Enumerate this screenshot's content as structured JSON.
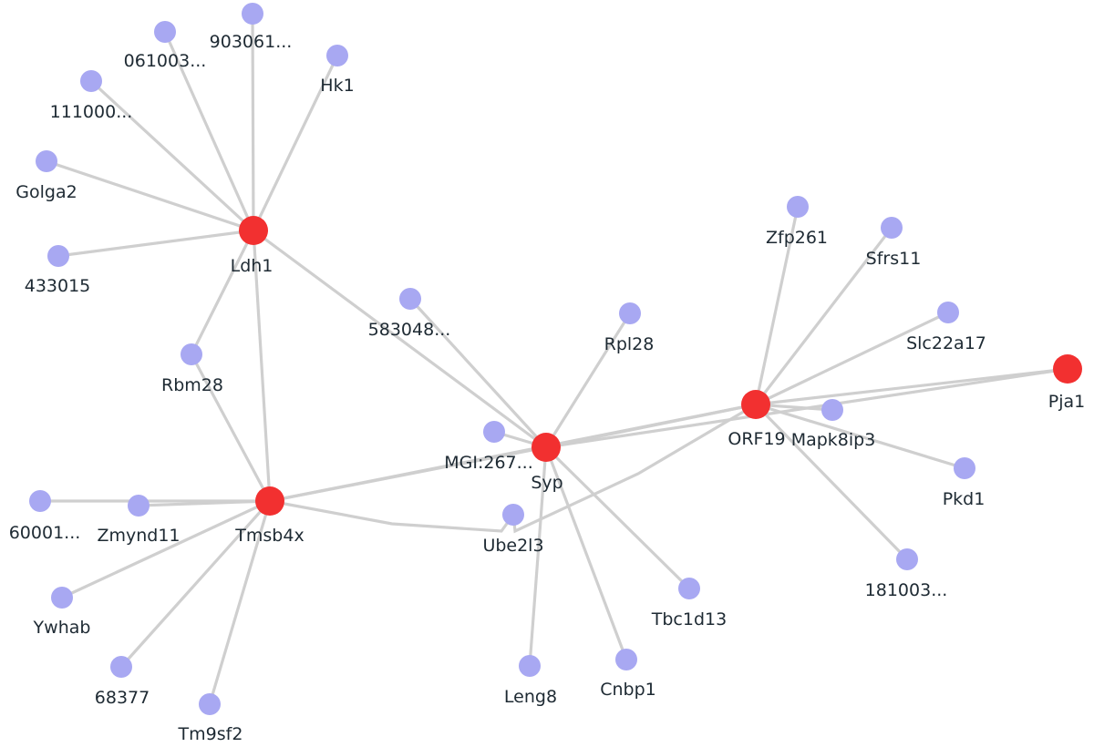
{
  "colors": {
    "hub": "#f23030",
    "gene": "#a8a8f2",
    "edge": "#cfcfcf",
    "label": "#1e2a33"
  },
  "nodes": [
    {
      "id": "ldh1",
      "label": "Ldh1",
      "kind": "hub"
    },
    {
      "id": "tmsb4x",
      "label": "Tmsb4x",
      "kind": "hub"
    },
    {
      "id": "syp",
      "label": "Syp",
      "kind": "hub"
    },
    {
      "id": "orf19",
      "label": "ORF19",
      "kind": "hub"
    },
    {
      "id": "pja1",
      "label": "Pja1",
      "kind": "hub"
    },
    {
      "id": "n903061",
      "label": "903061...",
      "kind": "gene"
    },
    {
      "id": "n061003",
      "label": "061003...",
      "kind": "gene"
    },
    {
      "id": "hk1",
      "label": "Hk1",
      "kind": "gene"
    },
    {
      "id": "n111000",
      "label": "111000...",
      "kind": "gene"
    },
    {
      "id": "golga2",
      "label": "Golga2",
      "kind": "gene"
    },
    {
      "id": "n433015",
      "label": "433015",
      "kind": "gene"
    },
    {
      "id": "n583048",
      "label": "583048...",
      "kind": "gene"
    },
    {
      "id": "rbm28",
      "label": "Rbm28",
      "kind": "gene"
    },
    {
      "id": "rpl28",
      "label": "Rpl28",
      "kind": "gene"
    },
    {
      "id": "mgi267",
      "label": "MGI:267...",
      "kind": "gene"
    },
    {
      "id": "zfp261",
      "label": "Zfp261",
      "kind": "gene"
    },
    {
      "id": "sfrs11",
      "label": "Sfrs11",
      "kind": "gene"
    },
    {
      "id": "slc22a17",
      "label": "Slc22a17",
      "kind": "gene"
    },
    {
      "id": "mapk8ip3",
      "label": "Mapk8ip3",
      "kind": "gene"
    },
    {
      "id": "pkd1",
      "label": "Pkd1",
      "kind": "gene"
    },
    {
      "id": "n181003",
      "label": "181003...",
      "kind": "gene"
    },
    {
      "id": "n60001",
      "label": "60001...",
      "kind": "gene"
    },
    {
      "id": "zmynd11",
      "label": "Zmynd11",
      "kind": "gene"
    },
    {
      "id": "ywhab",
      "label": "Ywhab",
      "kind": "gene"
    },
    {
      "id": "n68377",
      "label": "68377",
      "kind": "gene"
    },
    {
      "id": "tm9sf2",
      "label": "Tm9sf2",
      "kind": "gene"
    },
    {
      "id": "ube2l3",
      "label": "Ube2l3",
      "kind": "gene"
    },
    {
      "id": "tbc1d13",
      "label": "Tbc1d13",
      "kind": "gene"
    },
    {
      "id": "leng8",
      "label": "Leng8",
      "kind": "gene"
    },
    {
      "id": "cnbp1",
      "label": "Cnbp1",
      "kind": "gene"
    }
  ],
  "edges": [
    [
      "ldh1",
      "n903061"
    ],
    [
      "ldh1",
      "n061003"
    ],
    [
      "ldh1",
      "hk1"
    ],
    [
      "ldh1",
      "n111000"
    ],
    [
      "ldh1",
      "golga2"
    ],
    [
      "ldh1",
      "n433015"
    ],
    [
      "ldh1",
      "rbm28"
    ],
    [
      "ldh1",
      "tmsb4x"
    ],
    [
      "ldh1",
      "syp"
    ],
    [
      "n583048",
      "syp"
    ],
    [
      "rbm28",
      "tmsb4x"
    ],
    [
      "tmsb4x",
      "n60001"
    ],
    [
      "tmsb4x",
      "zmynd11"
    ],
    [
      "tmsb4x",
      "ywhab"
    ],
    [
      "tmsb4x",
      "n68377"
    ],
    [
      "tmsb4x",
      "tm9sf2"
    ],
    [
      "tmsb4x",
      "syp"
    ],
    [
      "tmsb4x",
      "orf19"
    ],
    [
      "tmsb4x",
      "ube2l3"
    ],
    [
      "ube2l3",
      "orf19"
    ],
    [
      "syp",
      "mgi267"
    ],
    [
      "syp",
      "rpl28"
    ],
    [
      "syp",
      "orf19"
    ],
    [
      "syp",
      "pja1"
    ],
    [
      "syp",
      "tbc1d13"
    ],
    [
      "syp",
      "leng8"
    ],
    [
      "syp",
      "cnbp1"
    ],
    [
      "orf19",
      "zfp261"
    ],
    [
      "orf19",
      "sfrs11"
    ],
    [
      "orf19",
      "slc22a17"
    ],
    [
      "orf19",
      "mapk8ip3"
    ],
    [
      "orf19",
      "pja1"
    ],
    [
      "orf19",
      "pkd1"
    ],
    [
      "orf19",
      "n181003"
    ]
  ]
}
